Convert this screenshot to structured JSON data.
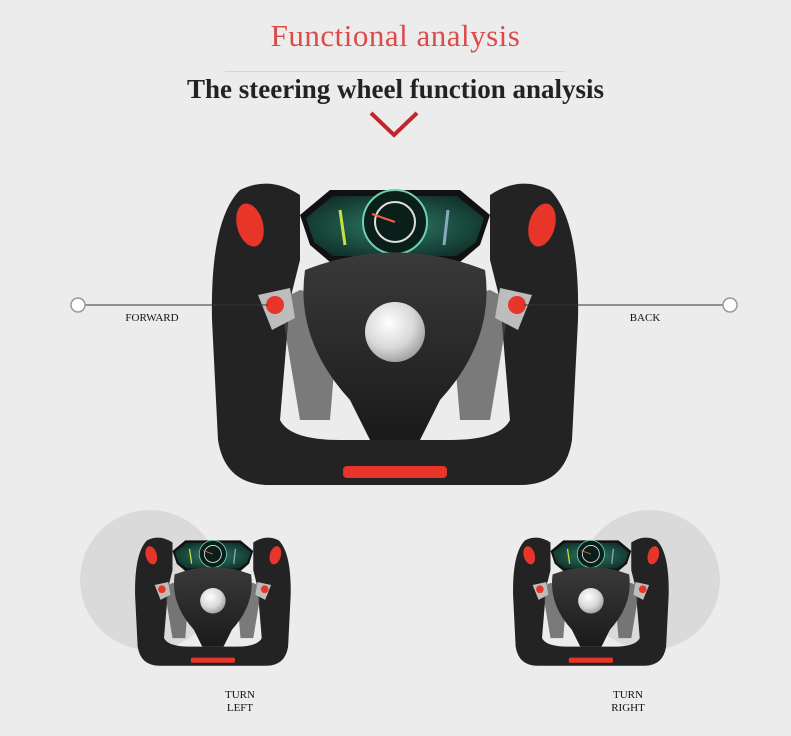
{
  "header": {
    "title": "Functional analysis",
    "subtitle": "The steering wheel function analysis",
    "chevron_icon": "chevron-down-icon"
  },
  "colors": {
    "accent": "#dd4a4a",
    "chevron": "#c0262c",
    "wheel": "#2a2a2a",
    "button": "#e8352a",
    "screen": "#1f5a4a"
  },
  "callouts": {
    "forward": "FORWARD",
    "back": "BACK",
    "turn_left": [
      "TURN",
      "LEFT"
    ],
    "turn_right": [
      "TURN",
      "RIGHT"
    ]
  }
}
